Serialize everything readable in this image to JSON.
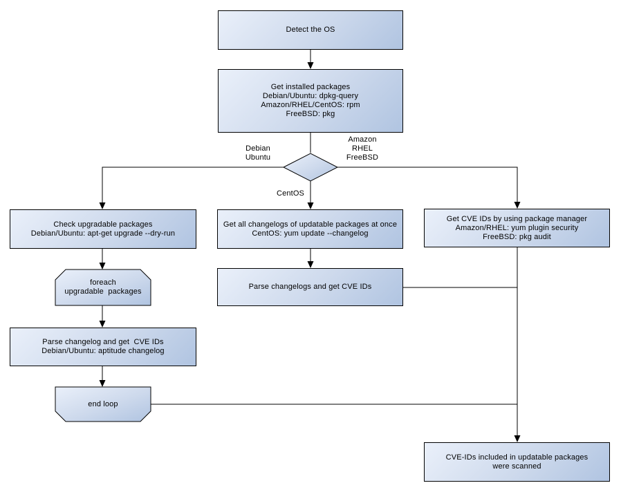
{
  "nodes": {
    "detect_os": {
      "lines": [
        "Detect the OS"
      ]
    },
    "get_installed_packages": {
      "lines": [
        "Get installed packages",
        "Debian/Ubuntu: dpkg-query",
        "Amazon/RHEL/CentOS: rpm",
        "FreeBSD: pkg"
      ]
    },
    "check_upgradable_packages": {
      "lines": [
        "Check upgradable packages",
        "Debian/Ubuntu: apt-get upgrade --dry-run"
      ]
    },
    "foreach_upgradable_packages": {
      "lines": [
        "foreach",
        "upgradable  packages"
      ]
    },
    "parse_changelog_left": {
      "lines": [
        "Parse changelog and get  CVE IDs",
        "Debian/Ubuntu: aptitude changelog"
      ]
    },
    "end_loop": {
      "lines": [
        "end loop"
      ]
    },
    "get_all_changelogs": {
      "lines": [
        "Get all changelogs of updatable packages at once",
        "CentOS: yum update --changelog"
      ]
    },
    "parse_changelogs_mid": {
      "lines": [
        "Parse changelogs and get CVE IDs"
      ]
    },
    "get_cve_ids_pkg_manager": {
      "lines": [
        "Get CVE IDs by using package manager",
        "Amazon/RHEL: yum plugin security",
        "FreeBSD: pkg audit"
      ]
    },
    "cve_ids_scanned": {
      "lines": [
        "CVE-IDs included in updatable packages",
        "were scanned"
      ]
    }
  },
  "edge_labels": {
    "debian_ubuntu": [
      "Debian",
      "Ubuntu"
    ],
    "amazon_rhel_freebsd": [
      "Amazon",
      "RHEL",
      "FreeBSD"
    ],
    "centos": "CentOS"
  },
  "colors": {
    "node_fill_light": "#eaf0fa",
    "node_fill_dark": "#b0c4e1",
    "node_border": "#000000",
    "edge": "#000000",
    "text": "#000000",
    "background": "#ffffff"
  }
}
